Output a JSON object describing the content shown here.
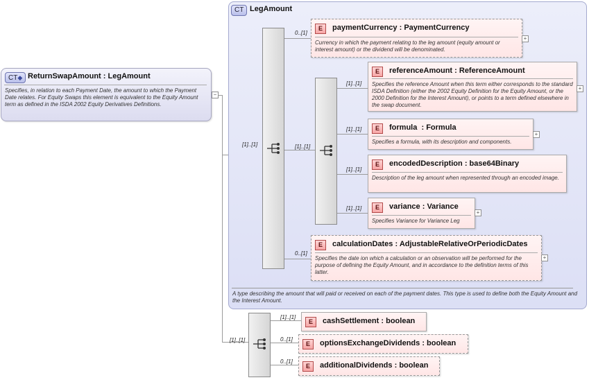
{
  "root": {
    "badge": "CT",
    "name": "ReturnSwapAmount",
    "type": "LegAmount",
    "description": "Specifies, in relation to each Payment Date, the amount to which the Payment Date relates. For Equity Swaps this element is equivalent to the Equity Amount term as defined in the ISDA 2002 Equity Derivatives Definitions."
  },
  "complex_type": {
    "badge": "CT",
    "name": "LegAmount",
    "description": "A type describing the amount that will paid or received on each of the payment dates. This type is used to define both the Equity Amount and the Interest Amount."
  },
  "colon": ":",
  "expand_symbol": "+",
  "collapse_symbol": "−",
  "element_badge": "E",
  "cardinalities": {
    "outer_sequence": "[1]..[1]",
    "inner_sequence": "[1]..[1]",
    "bottom_sequence": "[1]..[1]"
  },
  "elements": {
    "payment_currency": {
      "name": "paymentCurrency",
      "type": "PaymentCurrency",
      "card": "0..[1]",
      "description": "Currency in which the payment relating to the leg amount (equity amount or interest amount) or the dividend will be denominated."
    },
    "reference_amount": {
      "name": "referenceAmount",
      "type": "ReferenceAmount",
      "card": "[1]..[1]",
      "description": "Specifies the reference Amount when this term either corresponds to the standard ISDA Definition (either the 2002 Equity Definition for the Equity Amount, or the 2000 Definition for the Interest Amount), or points to a term defined elsewhere in the swap document."
    },
    "formula": {
      "name": "formula",
      "type": "Formula",
      "card": "[1]..[1]",
      "description": "Specifies a formula, with its description and components."
    },
    "encoded_description": {
      "name": "encodedDescription",
      "type": "base64Binary",
      "card": "[1]..[1]",
      "description": "Description of the leg amount when represented through an encoded image."
    },
    "variance": {
      "name": "variance",
      "type": "Variance",
      "card": "[1]..[1]",
      "description": "Specifies Variance for Variance Leg"
    },
    "calculation_dates": {
      "name": "calculationDates",
      "type": "AdjustableRelativeOrPeriodicDates",
      "card": "0..[1]",
      "description": "Specifies the date ion which a calculation or an observation will be performed for the purpose of defining the Equity Amount, and in accordance to the definition terms of this latter."
    },
    "cash_settlement": {
      "name": "cashSettlement",
      "type": "boolean",
      "card": "[1]..[1]"
    },
    "options_exchange_dividends": {
      "name": "optionsExchangeDividends",
      "type": "boolean",
      "card": "0..[1]"
    },
    "additional_dividends": {
      "name": "additionalDividends",
      "type": "boolean",
      "card": "0..[1]"
    }
  }
}
